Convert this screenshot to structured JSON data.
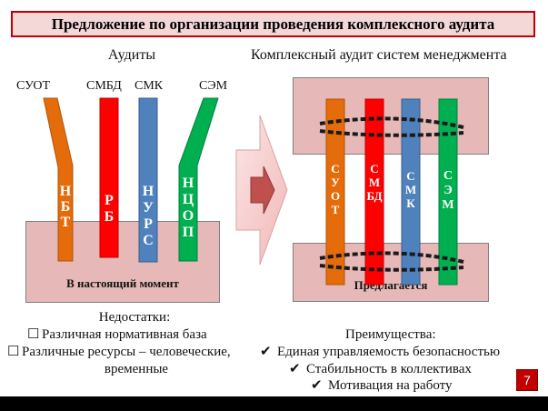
{
  "title": "Предложение по организации проведения комплексного аудита",
  "left": {
    "heading": "Аудиты",
    "labels": [
      "СУОТ",
      "СМБД",
      "СМК",
      "СЭМ"
    ],
    "bars": [
      {
        "letters": [
          "Н",
          "Б",
          "Т"
        ],
        "color": "#e46c0a"
      },
      {
        "letters": [
          "Р",
          "Б"
        ],
        "color": "#ff0000"
      },
      {
        "letters": [
          "Н",
          "У",
          "Р",
          "С"
        ],
        "color": "#4f81bd"
      },
      {
        "letters": [
          "Н",
          "Ц",
          "О",
          "П"
        ],
        "color": "#00b050"
      }
    ],
    "box_label": "В настоящий момент",
    "drawbacks_title": "Недостатки:",
    "drawbacks": [
      "Различная нормативная база",
      "Различные ресурсы – человеческие,",
      "временные"
    ]
  },
  "right": {
    "heading": "Комплексный аудит систем менеджмента",
    "bars": [
      {
        "letters": [
          "С",
          "У",
          "О",
          "Т"
        ],
        "color": "#e46c0a"
      },
      {
        "letters": [
          "С",
          "М",
          "БД"
        ],
        "color": "#ff0000"
      },
      {
        "letters": [
          "С",
          "М",
          "К"
        ],
        "color": "#4f81bd"
      },
      {
        "letters": [
          "С",
          "Э",
          "М"
        ],
        "color": "#00b050"
      }
    ],
    "box_label": "Предлагается",
    "advantages_title": "Преимущества:",
    "advantages": [
      "Единая управляемость безопасностью",
      "Стабильность в коллективах",
      "Мотивация на работу"
    ]
  },
  "page_number": "7",
  "colors": {
    "box_fill": "#e6b9b8",
    "box_border": "#7f7f7f",
    "accent": "#c00000"
  }
}
